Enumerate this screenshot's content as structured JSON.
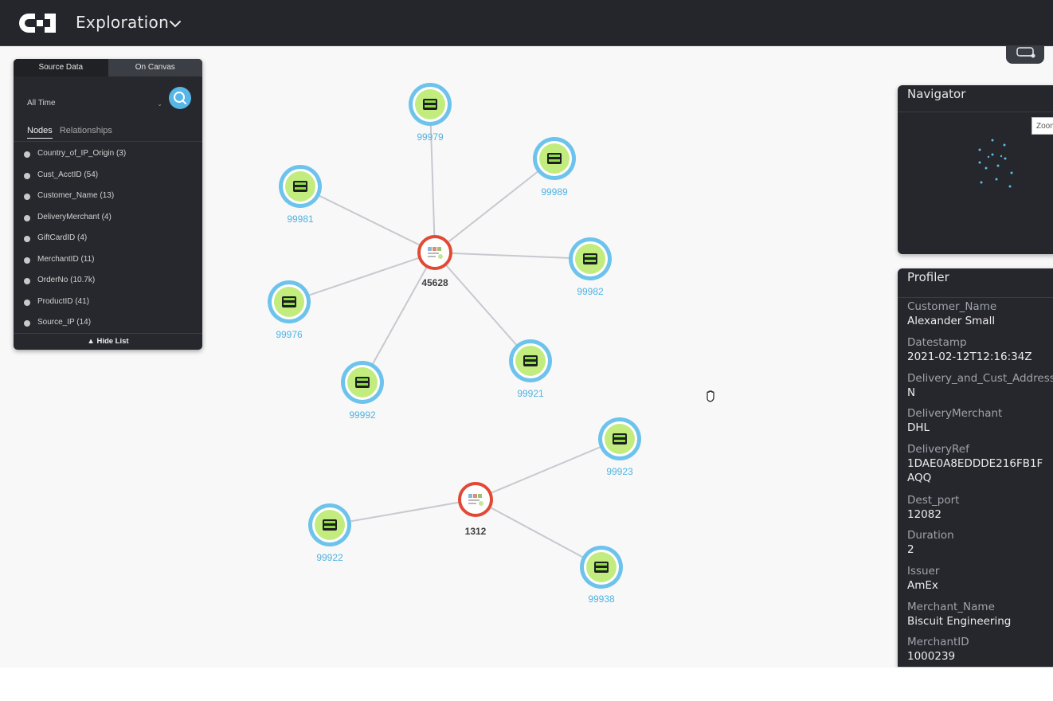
{
  "header": {
    "title": "Exploration"
  },
  "source_panel": {
    "tabs": [
      {
        "label": "Source Data"
      },
      {
        "label": "On Canvas"
      }
    ],
    "time_filter": "All Time",
    "sub_tabs": [
      {
        "label": "Nodes"
      },
      {
        "label": "Relationships"
      }
    ],
    "nodes": [
      {
        "label": "Country_of_IP_Origin (3)"
      },
      {
        "label": "Cust_AcctID (54)"
      },
      {
        "label": "Customer_Name (13)"
      },
      {
        "label": "DeliveryMerchant (4)"
      },
      {
        "label": "GiftCardID (4)"
      },
      {
        "label": "MerchantID (11)"
      },
      {
        "label": "OrderNo (10.7k)"
      },
      {
        "label": "ProductID (41)"
      },
      {
        "label": "Source_IP (14)"
      }
    ],
    "hide_list": "Hide List"
  },
  "graph": {
    "hubs": [
      {
        "label": "45628"
      },
      {
        "label": "1312"
      }
    ],
    "leaves": [
      {
        "label": "99979"
      },
      {
        "label": "99989"
      },
      {
        "label": "99981"
      },
      {
        "label": "99982"
      },
      {
        "label": "99976"
      },
      {
        "label": "99921"
      },
      {
        "label": "99992"
      },
      {
        "label": "99923"
      },
      {
        "label": "99922"
      },
      {
        "label": "99938"
      }
    ]
  },
  "navigator": {
    "title": "Navigator",
    "zoom_tooltip": "Zoom"
  },
  "profiler": {
    "title": "Profiler",
    "fields": [
      {
        "key": "Customer_Name",
        "value": "Alexander Small"
      },
      {
        "key": "Datestamp",
        "value": "2021-02-12T12:16:34Z"
      },
      {
        "key": "Delivery_and_Cust_Address",
        "value": "N"
      },
      {
        "key": "DeliveryMerchant",
        "value": "DHL"
      },
      {
        "key": "DeliveryRef",
        "value": "1DAE0A8EDDDE216FB1F",
        "value2": "AQQ"
      },
      {
        "key": "Dest_port",
        "value": "12082"
      },
      {
        "key": "Duration",
        "value": "2"
      },
      {
        "key": "Issuer",
        "value": "AmEx"
      },
      {
        "key": "Merchant_Name",
        "value": "Biscuit Engineering"
      },
      {
        "key": "MerchantID",
        "value": "1000239"
      }
    ]
  },
  "colors": {
    "hub_ring": "#e04a35",
    "leaf_ring": "#6ec3ec",
    "leaf_fill": "#c3ec7e",
    "label_blue": "#4fb3e3",
    "accent_blue": "#56b6e8"
  },
  "icons": {
    "logo": "brand-logo",
    "card": "card-icon",
    "hub": "chart-icon",
    "search": "search-icon"
  }
}
